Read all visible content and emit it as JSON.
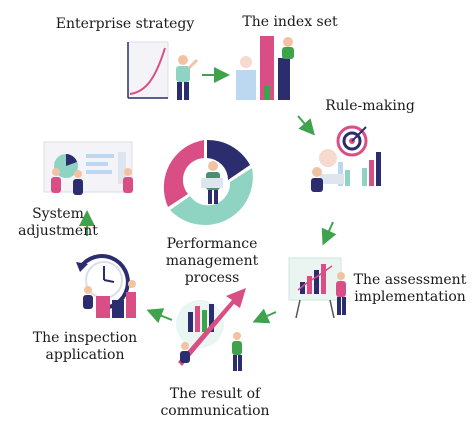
{
  "diagram": {
    "center": {
      "line1": "Performance",
      "line2": "management",
      "line3": "process"
    },
    "steps": [
      {
        "line1": "Enterprise strategy"
      },
      {
        "line1": "The index set"
      },
      {
        "line1": "Rule-making"
      },
      {
        "line1": "The assessment",
        "line2": "implementation"
      },
      {
        "line1": "The result of",
        "line2": "communication"
      },
      {
        "line1": "The inspection",
        "line2": "application"
      },
      {
        "line1": "System",
        "line2": "adjustment"
      }
    ],
    "colors": {
      "arrow": "#3fa34d",
      "pink": "#d94f85",
      "navy": "#2b2d6e",
      "teal": "#8fd3c3",
      "skin": "#f2c3a3"
    }
  }
}
